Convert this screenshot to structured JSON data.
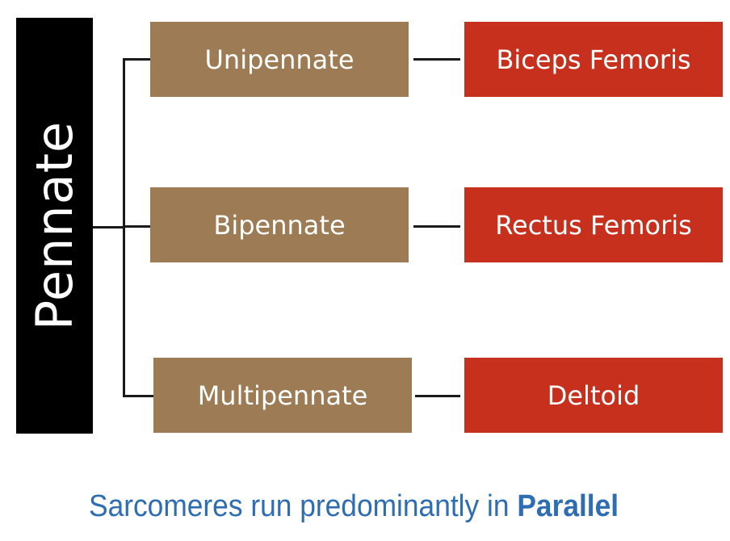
{
  "root": {
    "label": "Pennate"
  },
  "types": [
    {
      "label": "Unipennate",
      "example": "Biceps Femoris"
    },
    {
      "label": "Bipennate",
      "example": "Rectus Femoris"
    },
    {
      "label": "Multipennate",
      "example": "Deltoid"
    }
  ],
  "caption": {
    "text": "Sarcomeres run predominantly in ",
    "emphasis": "Parallel"
  },
  "colors": {
    "root": "#000000",
    "type_box": "#9c7b55",
    "example_box": "#c8301e",
    "caption": "#2f6db3"
  }
}
